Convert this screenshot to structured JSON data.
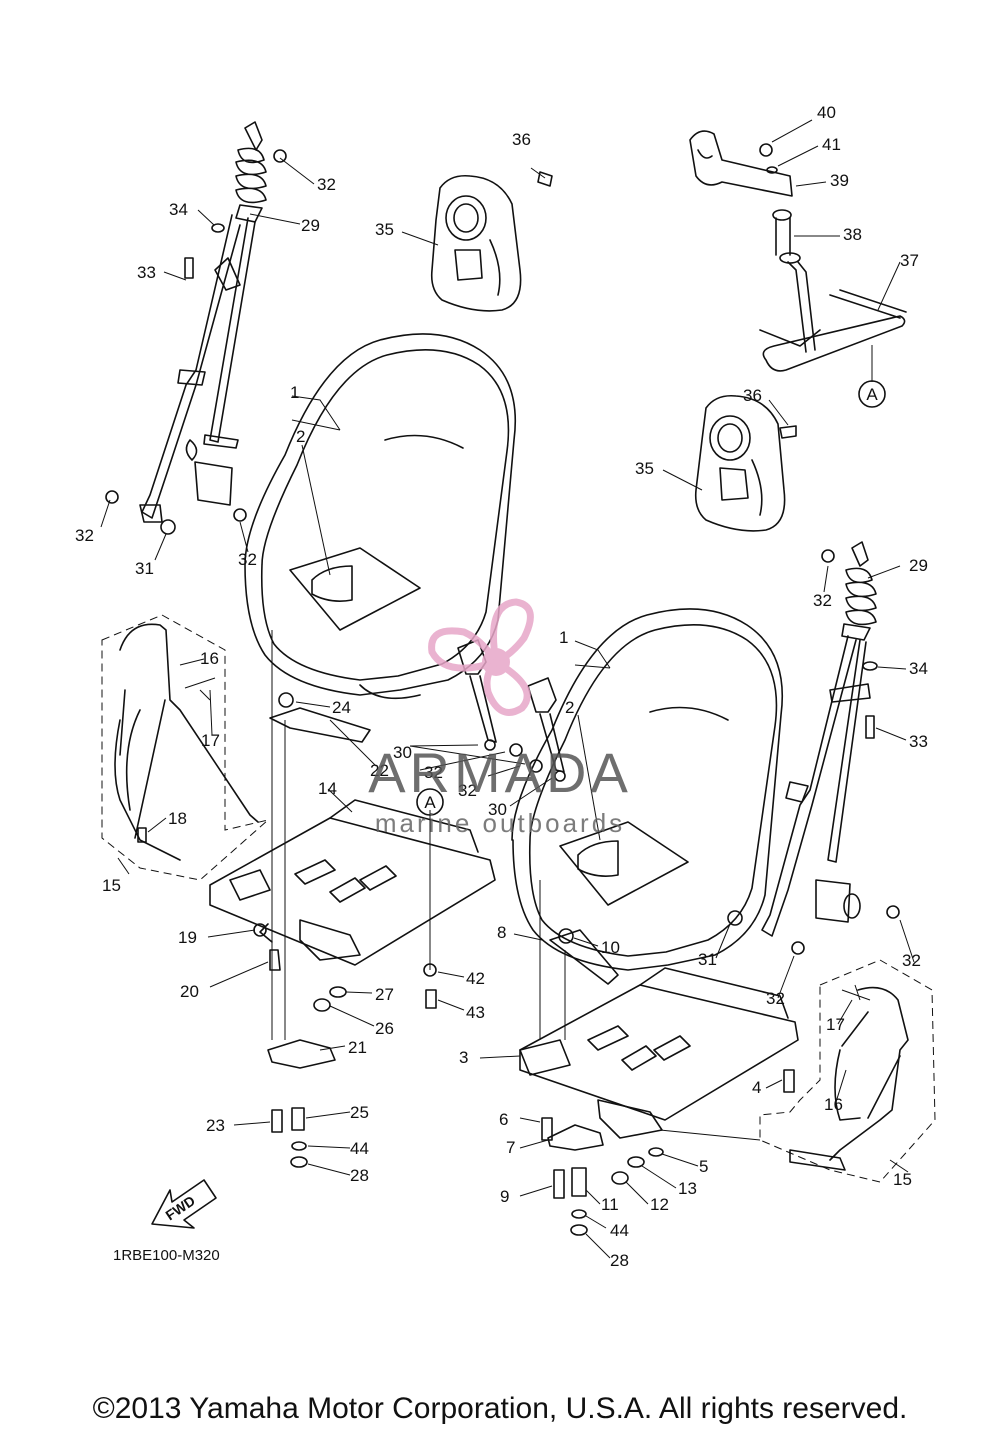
{
  "diagram_code": "1RBE100-M320",
  "fwd_label": "FWD",
  "copyright": "©2013 Yamaha Motor Corporation, U.S.A. All rights reserved.",
  "watermark": {
    "brand": "ARMADA",
    "tagline": "marine outboards",
    "color": "#e7a6c8"
  },
  "reference_mark": "A",
  "callouts": [
    "1",
    "2",
    "3",
    "4",
    "5",
    "6",
    "7",
    "8",
    "9",
    "10",
    "11",
    "12",
    "13",
    "14",
    "15",
    "16",
    "17",
    "18",
    "19",
    "20",
    "21",
    "22",
    "23",
    "24",
    "25",
    "26",
    "27",
    "28",
    "29",
    "30",
    "31",
    "32",
    "33",
    "34",
    "35",
    "36",
    "37",
    "38",
    "39",
    "40",
    "41",
    "42",
    "43",
    "44"
  ]
}
